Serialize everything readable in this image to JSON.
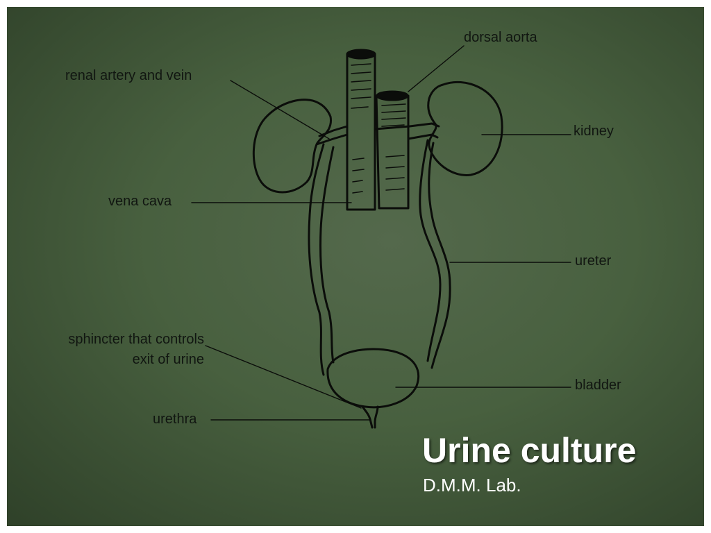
{
  "slide": {
    "title": "Urine culture",
    "subtitle": "D.M.M. Lab."
  },
  "diagram": {
    "labels": {
      "dorsal_aorta": "dorsal aorta",
      "renal_artery_vein": "renal artery and vein",
      "kidney": "kidney",
      "vena_cava": "vena cava",
      "ureter": "ureter",
      "sphincter_line1": "sphincter that controls",
      "sphincter_line2": "exit of urine",
      "bladder": "bladder",
      "urethra": "urethra"
    }
  }
}
